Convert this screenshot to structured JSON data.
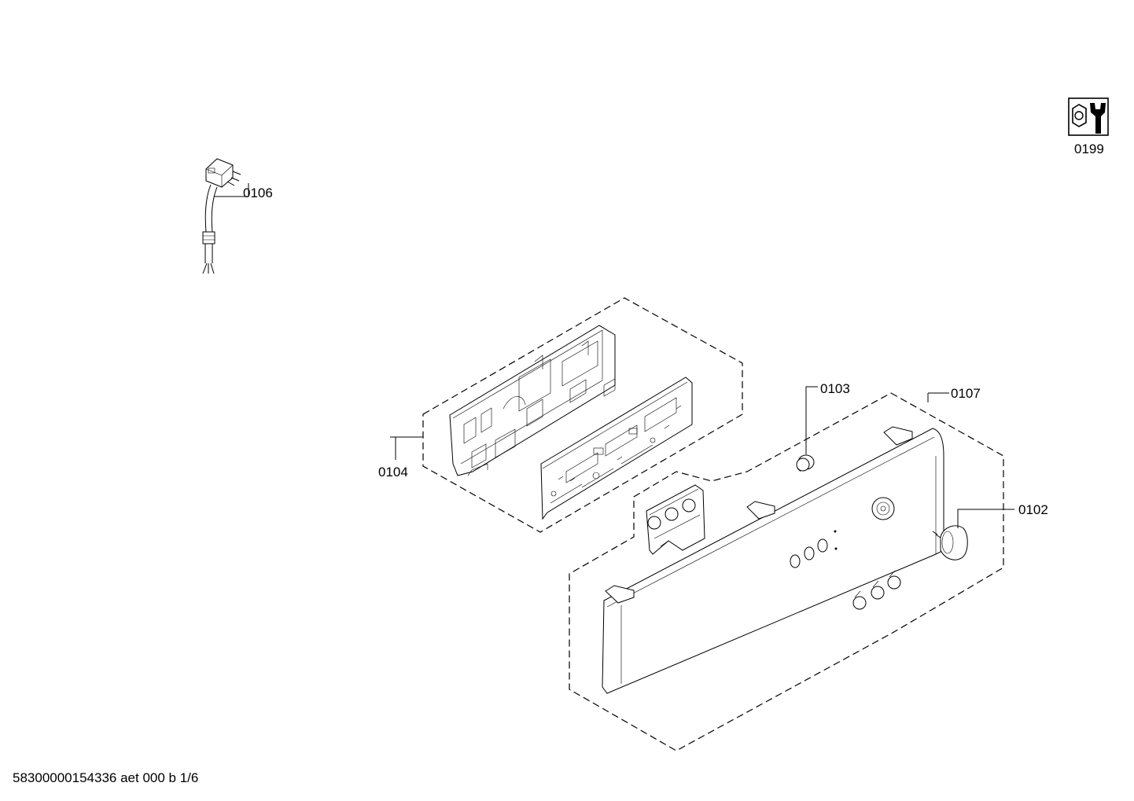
{
  "parts": [
    {
      "key": "tool",
      "number": "0199"
    },
    {
      "key": "mains_cable",
      "number": "0106"
    },
    {
      "key": "control_module",
      "number": "0104"
    },
    {
      "key": "button",
      "number": "0103"
    },
    {
      "key": "fascia_panel",
      "number": "0107"
    },
    {
      "key": "knob",
      "number": "0102"
    }
  ],
  "footer": {
    "document_id": "58300000154336 aet 000 b 1/6"
  },
  "icons": {
    "tool": "wrench-nut-icon"
  }
}
